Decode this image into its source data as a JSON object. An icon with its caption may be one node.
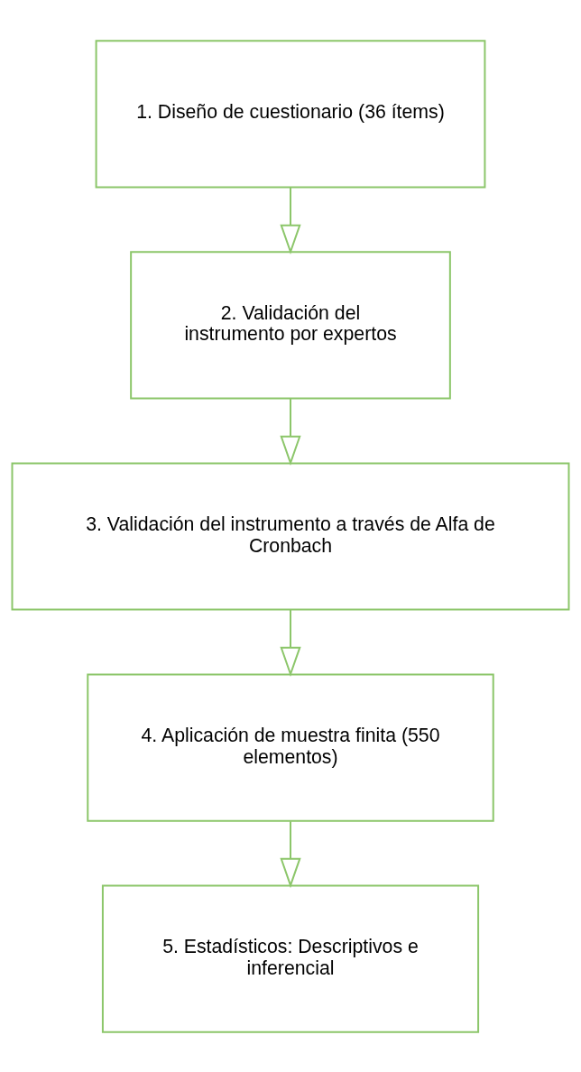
{
  "diagram": {
    "nodes": [
      {
        "text": [
          "1. Diseño de cuestionario (36 ítems)"
        ]
      },
      {
        "text": [
          "2. Validación del instrumento por expertos"
        ]
      },
      {
        "text": [
          "3. Validación del instrumento a través de Alfa de Cronbach"
        ]
      },
      {
        "text": [
          "4. Aplicación de muestra finita (550 elementos)"
        ]
      },
      {
        "text": [
          "5. Estadísticos: Descriptivos e inferencial"
        ]
      }
    ],
    "edges": [
      {
        "from": 0,
        "to": 1,
        "arrow": "to"
      },
      {
        "from": 1,
        "to": 2,
        "arrow": "to"
      },
      {
        "from": 2,
        "to": 3,
        "arrow": "to"
      },
      {
        "from": 3,
        "to": 4,
        "arrow": "to"
      }
    ]
  }
}
